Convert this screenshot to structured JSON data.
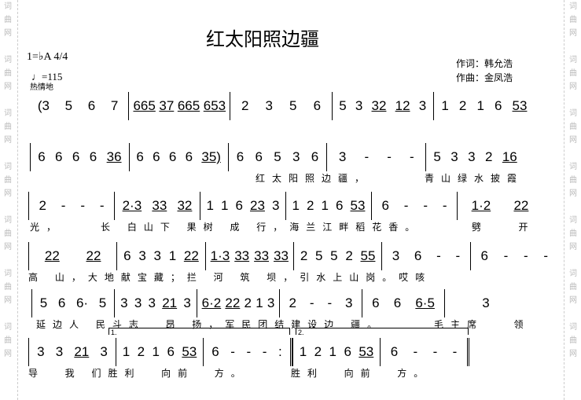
{
  "watermark": "词曲网",
  "title": "红太阳照边疆",
  "key": "1=♭A 4/4",
  "tempo": "♩=115",
  "expression": "热情地",
  "lyricist": "作词：韩允浩",
  "composer": "作曲：金凤浩",
  "rows": [
    {
      "measures": [
        "(3 5 6 7",
        "665 37 665 653",
        "2 3 5 6",
        "5 3 32 12 3",
        "1 2 1 6 53"
      ],
      "lyrics": []
    },
    {
      "measures": [
        "6 6 6 6 36",
        "6 6 6 6 35)",
        "6 6 5 3 6",
        "3 - - -",
        "5 3 3 2 16"
      ],
      "lyrics": [
        "红太阳照边疆，",
        "青山绿水披霞"
      ]
    },
    {
      "measures": [
        "2 - - -",
        "2·3 33 32",
        "1 1 6 23 3",
        "1 2 1 6 53",
        "6 - - -",
        "1·2 22"
      ],
      "lyrics": [
        "光，",
        "长 白山下 果树 成 行，海兰江畔稻花香。",
        "劈   开"
      ]
    },
    {
      "measures": [
        "22 22",
        "6 3 3 1 22",
        "1·3 33 33 33",
        "2 5 5 2 55",
        "3 6 - -",
        "6 - - -"
      ],
      "lyrics": [
        "高 山，大地献宝藏；拦 河 筑 坝，引水上山岗。哎咳"
      ]
    },
    {
      "measures": [
        "5 6 6· 5",
        "3 3 3 21 3",
        "6·2 22 2 1 3",
        "2 - - 3",
        "6 6 6·5",
        "3"
      ],
      "lyrics": [
        "延边人 民斗志  昂 扬，军民团结建设边 疆。",
        "毛主席   领"
      ]
    },
    {
      "measures": [
        "3 3 21 3",
        "1 2 1 6 53",
        "6 - - - :",
        "1 2 1 6 53",
        "6 - - -"
      ],
      "lyrics": [
        "导  我 们胜利  向前  方。",
        "胜利  向前  方。"
      ]
    }
  ],
  "volta": [
    "1.",
    "2."
  ]
}
